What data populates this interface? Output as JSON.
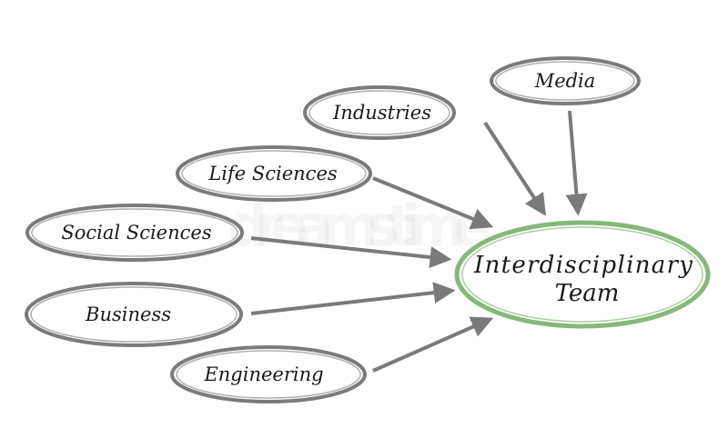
{
  "diagram": {
    "center": {
      "line1": "Interdisciplinary",
      "line2": "Team"
    },
    "nodes": [
      {
        "id": "media",
        "label": "Media"
      },
      {
        "id": "industries",
        "label": "Industries"
      },
      {
        "id": "life-sciences",
        "label": "Life Sciences"
      },
      {
        "id": "social-sciences",
        "label": "Social Sciences"
      },
      {
        "id": "business",
        "label": "Business"
      },
      {
        "id": "engineering",
        "label": "Engineering"
      }
    ],
    "watermark": "dreamstime",
    "colors": {
      "node_outline": "#7b7b7b",
      "center_outline": "#86b87a",
      "arrow": "#7a7a7a",
      "text": "#1a1a1a"
    }
  }
}
